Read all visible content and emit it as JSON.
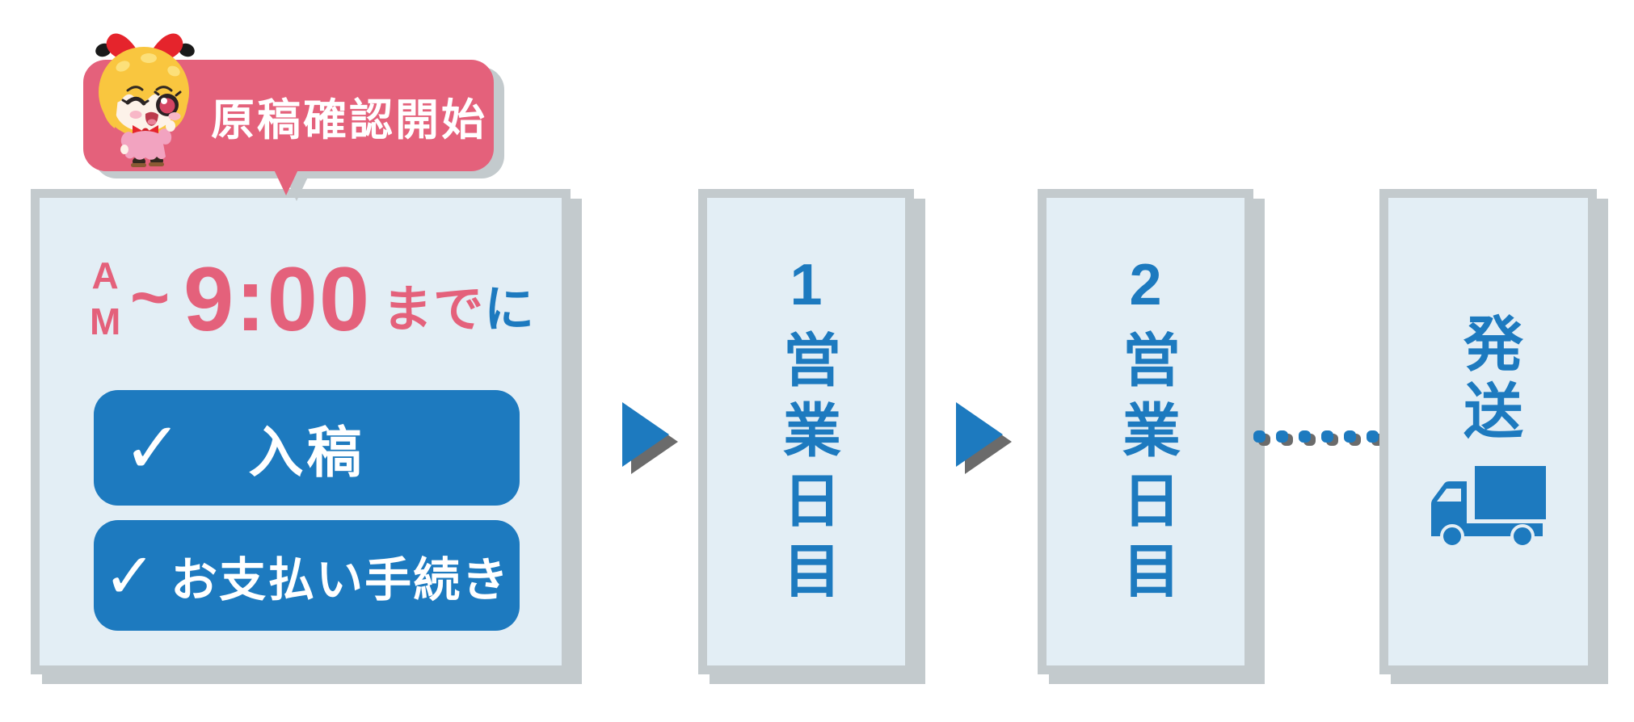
{
  "colors": {
    "pink": "#E4617B",
    "blue": "#1D7ABF",
    "panel_bg": "#E3EEF5",
    "panel_border": "#C3CACD",
    "shadow_dark": "#6B6B6B",
    "bow_red": "#E5242C",
    "hair_yellow": "#F9C63F"
  },
  "callout": {
    "label": "原稿確認開始",
    "mascot": "winking-chibi-girl-mascot"
  },
  "deadline": {
    "meridiem_top": "A",
    "meridiem_bottom": "M",
    "tilde": "~",
    "time": "9:00",
    "suffix_pink": "まで",
    "suffix_blue": "に"
  },
  "checklist": {
    "check_glyph": "✓",
    "items": [
      "入稿",
      "お支払い手続き"
    ]
  },
  "steps": [
    {
      "label": "1営業日目"
    },
    {
      "label": "2営業日目"
    },
    {
      "label": "発送",
      "icon": "truck-icon"
    }
  ]
}
